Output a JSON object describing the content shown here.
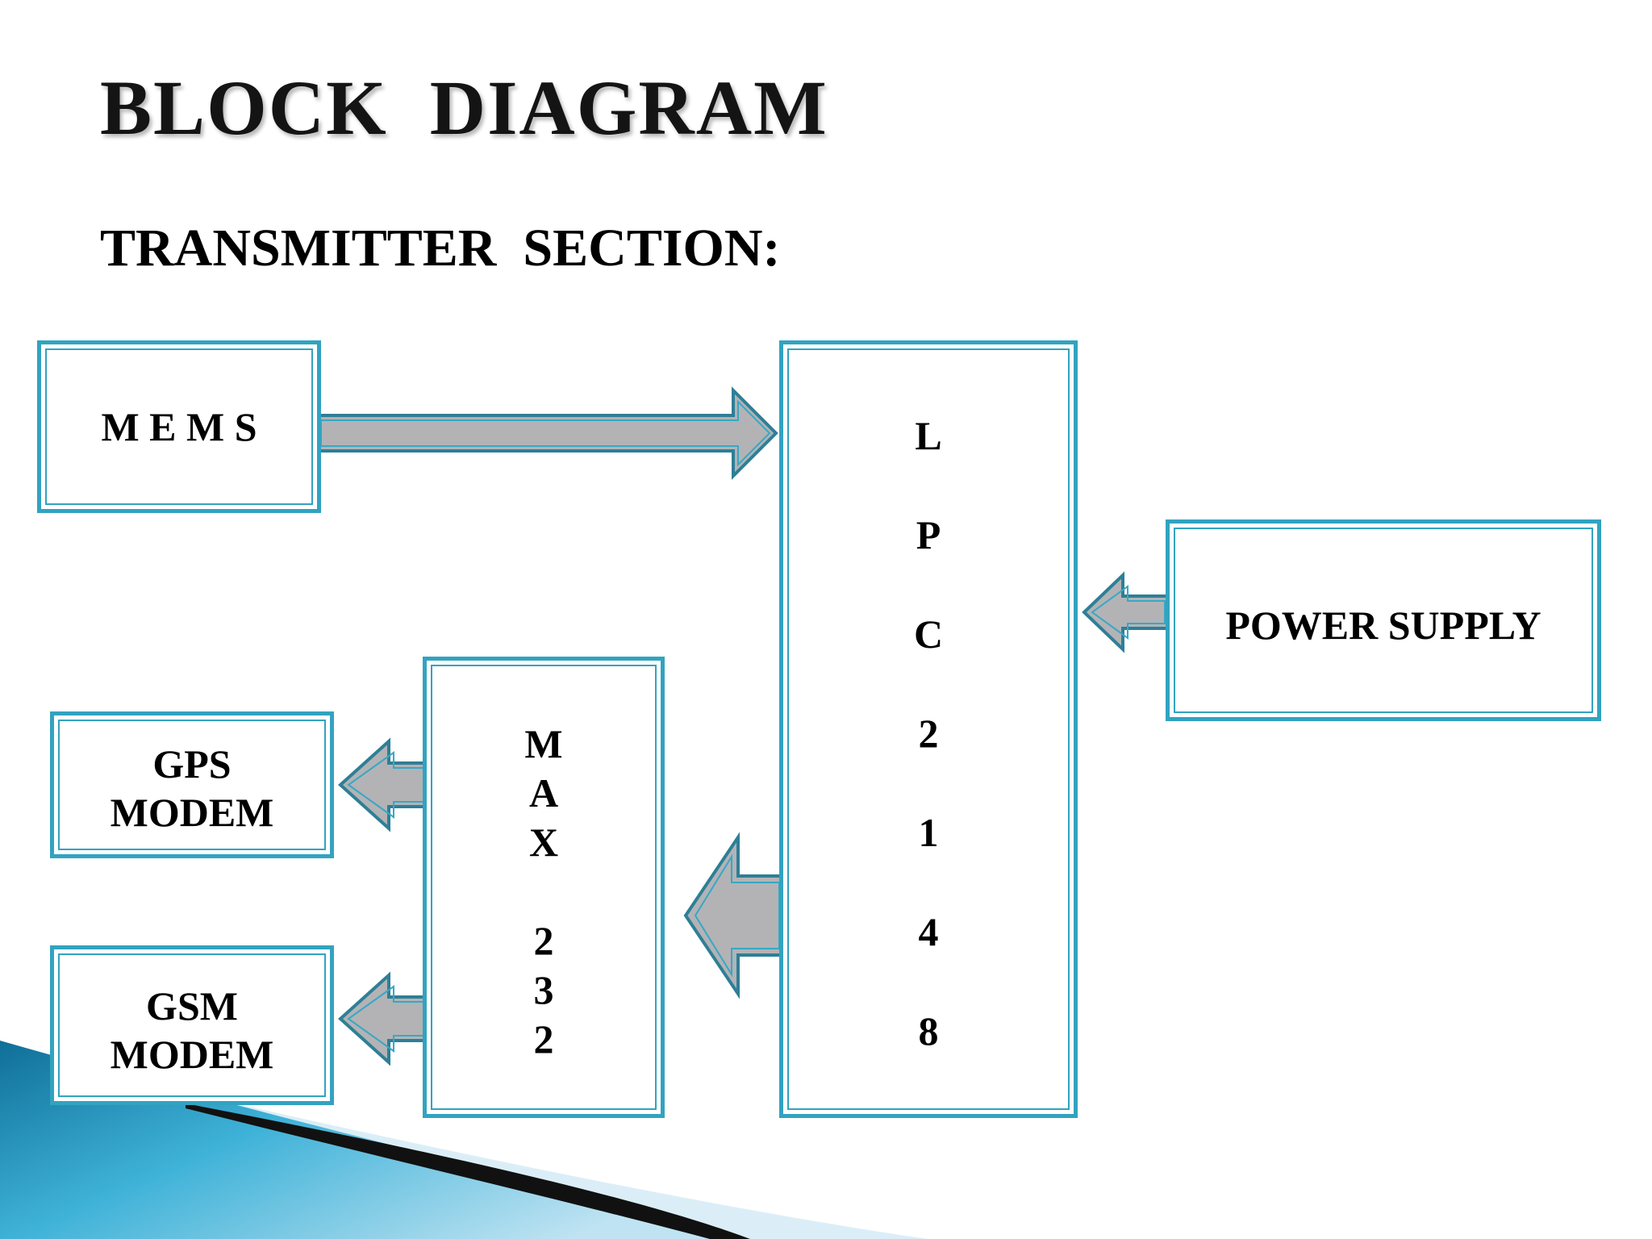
{
  "title": "BLOCK  DIAGRAM",
  "subtitle": "TRANSMITTER  SECTION:",
  "blocks": {
    "mems": "M E M S",
    "lpc": [
      "L",
      "P",
      "C",
      "2",
      "1",
      "4",
      "8"
    ],
    "power": "POWER SUPPLY",
    "max": [
      "M",
      "A",
      "X",
      "",
      "2",
      "3",
      "2"
    ],
    "gps": [
      "GPS",
      "MODEM"
    ],
    "gsm": [
      "GSM",
      "MODEM"
    ]
  },
  "colors": {
    "block_border": "#31a3c0",
    "arrow_fill": "#b3b3b6",
    "arrow_stroke": "#2e7f96",
    "swoosh": "#1f8fb8"
  }
}
